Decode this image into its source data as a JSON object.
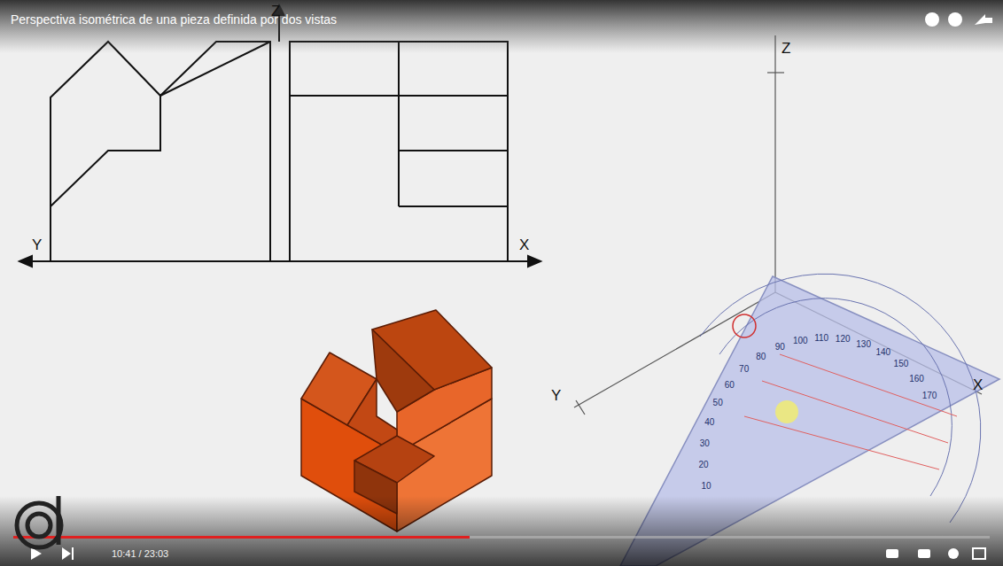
{
  "diagram": {
    "title": "Perspectiva isométrica de una pieza definida por dos vistas",
    "labels": [
      "Y",
      "X",
      "Z",
      "Z",
      "Y",
      "X",
      "10:41 / 23:03",
      "10",
      "20",
      "30",
      "40",
      "50",
      "60",
      "70",
      "80",
      "90",
      "100",
      "110",
      "120",
      "130",
      "140",
      "150",
      "160",
      "170"
    ]
  }
}
